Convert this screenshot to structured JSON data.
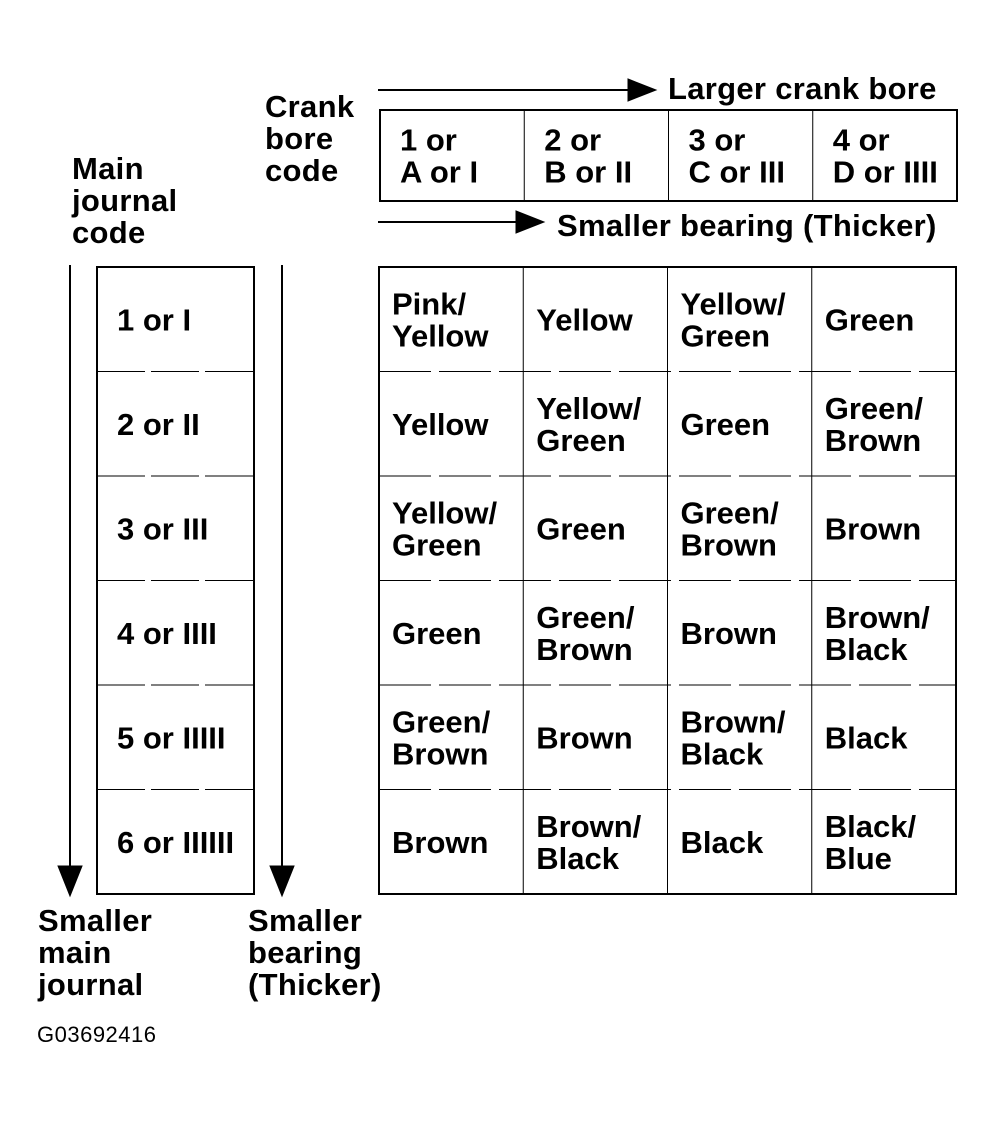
{
  "crank_bore": {
    "label": [
      "Crank",
      "bore",
      "code"
    ],
    "direction_label": "Larger crank bore",
    "bearing_direction_label": "Smaller bearing (Thicker)",
    "codes": [
      [
        "1 or",
        "A or I"
      ],
      [
        "2 or",
        "B or II"
      ],
      [
        "3 or",
        "C or III"
      ],
      [
        "4 or",
        "D or IIII"
      ]
    ]
  },
  "main_journal": {
    "label": [
      "Main",
      "journal",
      "code"
    ],
    "codes": [
      "1 or I",
      "2 or II",
      "3 or III",
      "4 or IIII",
      "5 or IIIII",
      "6 or IIIIII"
    ],
    "bottom_label": [
      "Smaller",
      "main",
      "journal"
    ]
  },
  "bearing_column": {
    "bottom_label": [
      "Smaller",
      "bearing",
      "(Thicker)"
    ]
  },
  "colors": [
    [
      [
        "Pink/",
        "Yellow"
      ],
      [
        "Yellow"
      ],
      [
        "Yellow/",
        "Green"
      ],
      [
        "Green"
      ]
    ],
    [
      [
        "Yellow"
      ],
      [
        "Yellow/",
        "Green"
      ],
      [
        "Green"
      ],
      [
        "Green/",
        "Brown"
      ]
    ],
    [
      [
        "Yellow/",
        "Green"
      ],
      [
        "Green"
      ],
      [
        "Green/",
        "Brown"
      ],
      [
        "Brown"
      ]
    ],
    [
      [
        "Green"
      ],
      [
        "Green/",
        "Brown"
      ],
      [
        "Brown"
      ],
      [
        "Brown/",
        "Black"
      ]
    ],
    [
      [
        "Green/",
        "Brown"
      ],
      [
        "Brown"
      ],
      [
        "Brown/",
        "Black"
      ],
      [
        "Black"
      ]
    ],
    [
      [
        "Brown"
      ],
      [
        "Brown/",
        "Black"
      ],
      [
        "Black"
      ],
      [
        "Black/",
        "Blue"
      ]
    ]
  ],
  "figure_code": "G03692416"
}
